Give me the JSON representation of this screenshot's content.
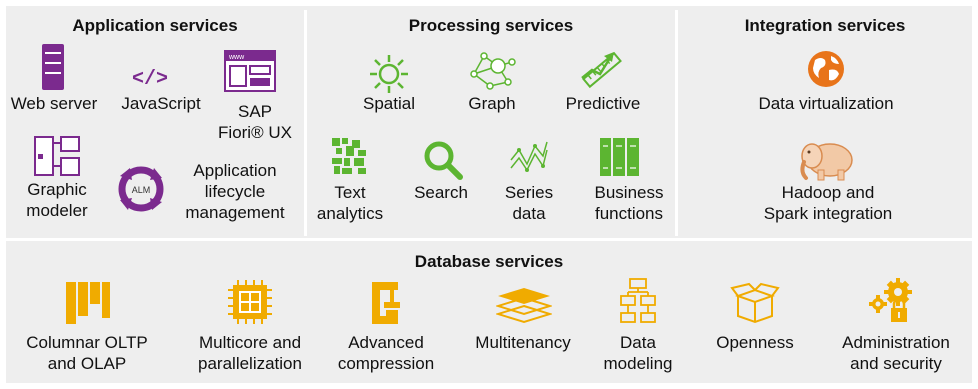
{
  "application_services": {
    "title": "Application services",
    "web_server": "Web server",
    "javascript": "JavaScript",
    "javascript_glyph": "</>",
    "fiori_line1": "SAP",
    "fiori_line2": "Fiori® UX",
    "fiori_icon_text": "www",
    "graphic_modeler_line1": "Graphic",
    "graphic_modeler_line2": "modeler",
    "alm_line1": "Application",
    "alm_line2": "lifecycle",
    "alm_line3": "management",
    "alm_icon_text": "ALM"
  },
  "processing_services": {
    "title": "Processing services",
    "spatial": "Spatial",
    "graph": "Graph",
    "predictive": "Predictive",
    "text_line1": "Text",
    "text_line2": "analytics",
    "search": "Search",
    "series_line1": "Series",
    "series_line2": "data",
    "business_line1": "Business",
    "business_line2": "functions"
  },
  "integration_services": {
    "title": "Integration services",
    "data_virtualization": "Data virtualization",
    "hadoop_line1": "Hadoop and",
    "hadoop_line2": "Spark integration"
  },
  "database_services": {
    "title": "Database services",
    "columnar_line1": "Columnar OLTP",
    "columnar_line2": "and OLAP",
    "multicore_line1": "Multicore and",
    "multicore_line2": "parallelization",
    "compression_line1": "Advanced",
    "compression_line2": "compression",
    "multitenancy": "Multitenancy",
    "modeling_line1": "Data",
    "modeling_line2": "modeling",
    "openness": "Openness",
    "admin_line1": "Administration",
    "admin_line2": "and security"
  },
  "colors": {
    "purple": "#7b2a8e",
    "green": "#5cb531",
    "orange": "#e8741a",
    "gold": "#f0ab00",
    "panel": "#eeeeee"
  },
  "icons": [
    "server-icon",
    "code-icon",
    "browser-window-icon",
    "modeler-icon",
    "alm-cycle-icon",
    "sun-icon",
    "graph-nodes-icon",
    "predictive-ruler-icon",
    "text-analytics-icon",
    "search-icon",
    "series-chart-icon",
    "books-icon",
    "globe-icon",
    "elephant-icon",
    "columns-icon",
    "chip-icon",
    "clamp-icon",
    "layers-icon",
    "hierarchy-icon",
    "box-icon",
    "gears-lock-icon"
  ]
}
